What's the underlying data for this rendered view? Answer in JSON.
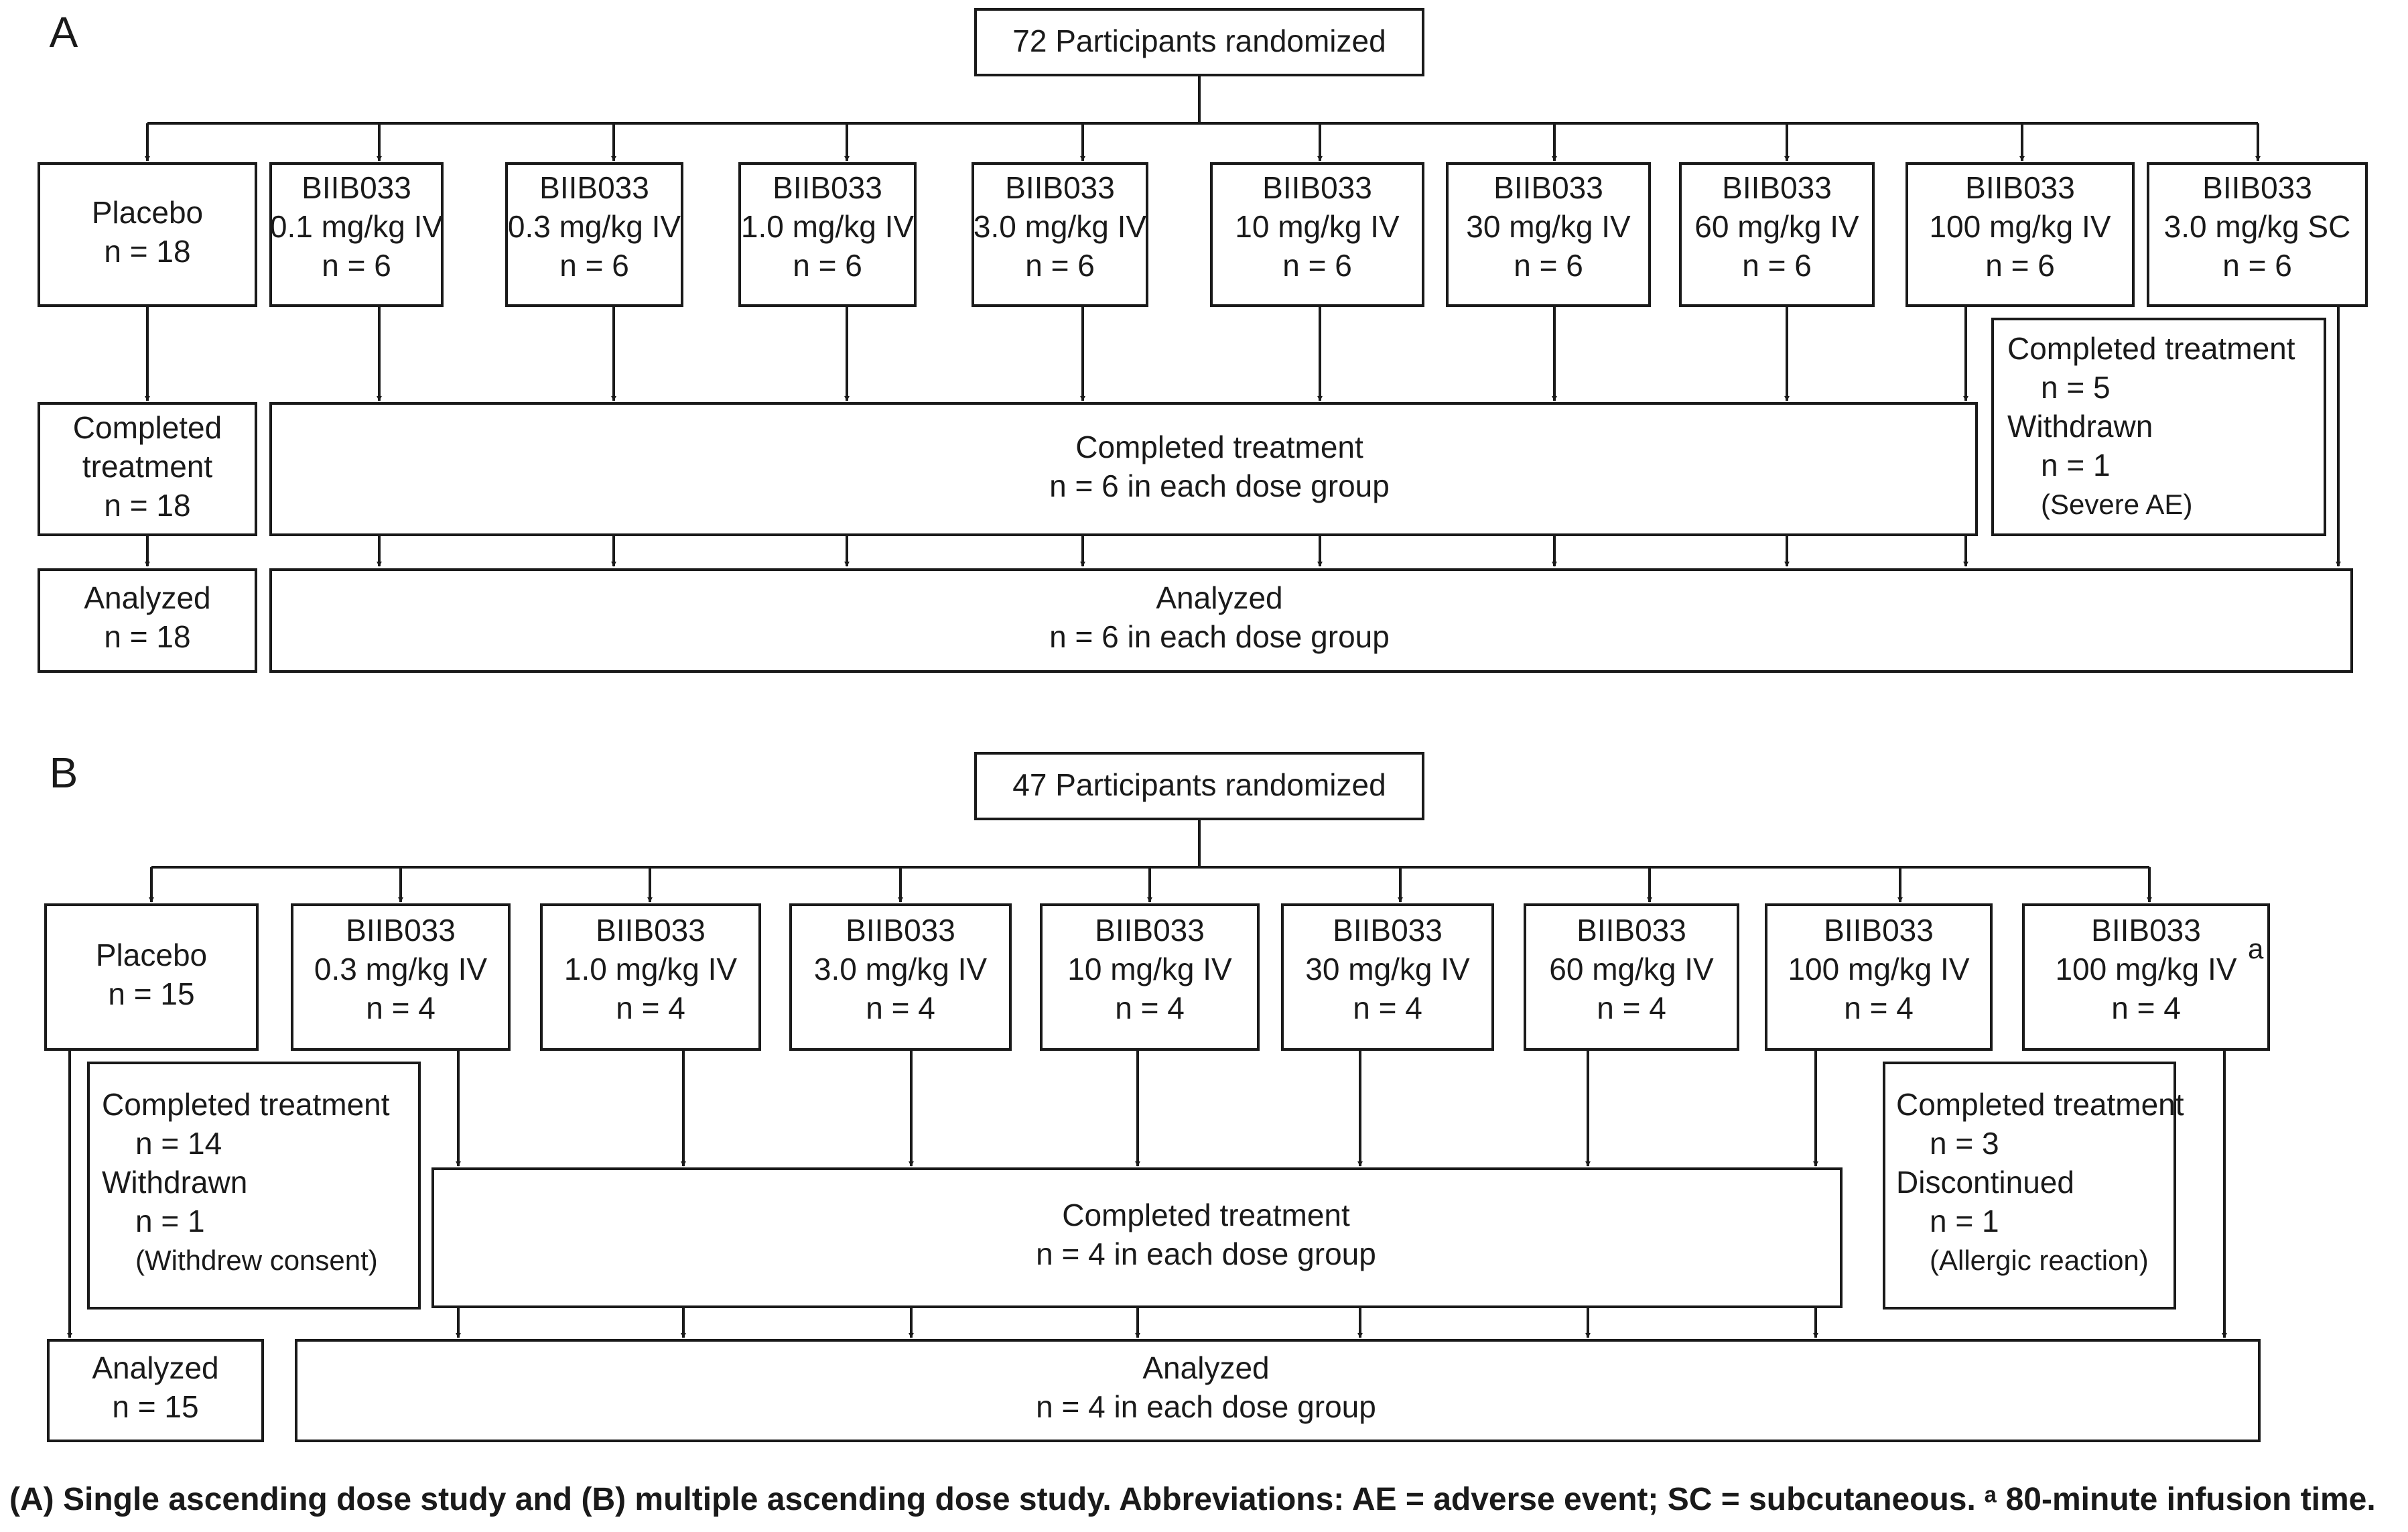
{
  "panel_a": {
    "label": "A",
    "randomized": "72 Participants randomized",
    "placebo": [
      "Placebo",
      "n = 18"
    ],
    "arms": [
      [
        "BIIB033",
        "0.1 mg/kg IV",
        "n = 6"
      ],
      [
        "BIIB033",
        "0.3 mg/kg IV",
        "n = 6"
      ],
      [
        "BIIB033",
        "1.0 mg/kg IV",
        "n = 6"
      ],
      [
        "BIIB033",
        "3.0 mg/kg IV",
        "n = 6"
      ],
      [
        "BIIB033",
        "10 mg/kg IV",
        "n = 6"
      ],
      [
        "BIIB033",
        "30 mg/kg IV",
        "n = 6"
      ],
      [
        "BIIB033",
        "60 mg/kg IV",
        "n = 6"
      ],
      [
        "BIIB033",
        "100 mg/kg IV",
        "n = 6"
      ],
      [
        "BIIB033",
        "3.0 mg/kg SC",
        "n = 6"
      ]
    ],
    "placebo_completed": [
      "Completed",
      "treatment",
      "n = 18"
    ],
    "completed": [
      "Completed treatment",
      "n = 6 in each dose group"
    ],
    "sc_completed": [
      "Completed treatment",
      "n = 5",
      "Withdrawn",
      "n = 1",
      "(Severe AE)"
    ],
    "placebo_analyzed": [
      "Analyzed",
      "n = 18"
    ],
    "analyzed": [
      "Analyzed",
      "n = 6 in each dose group"
    ]
  },
  "panel_b": {
    "label": "B",
    "randomized": "47 Participants randomized",
    "placebo": [
      "Placebo",
      "n = 15"
    ],
    "arms": [
      [
        "BIIB033",
        "0.3 mg/kg IV",
        "n = 4"
      ],
      [
        "BIIB033",
        "1.0 mg/kg IV",
        "n = 4"
      ],
      [
        "BIIB033",
        "3.0 mg/kg IV",
        "n = 4"
      ],
      [
        "BIIB033",
        "10 mg/kg IV",
        "n = 4"
      ],
      [
        "BIIB033",
        "30 mg/kg IV",
        "n = 4"
      ],
      [
        "BIIB033",
        "60 mg/kg IV",
        "n = 4"
      ],
      [
        "BIIB033",
        "100 mg/kg IV",
        "n = 4"
      ],
      [
        "BIIB033",
        "100 mg/kg IV",
        "n = 4"
      ]
    ],
    "last_arm_superscript": "a",
    "placebo_completed": [
      "Completed treatment",
      "n = 14",
      "Withdrawn",
      "n = 1",
      "(Withdrew consent)"
    ],
    "completed": [
      "Completed treatment",
      "n = 4 in each dose group"
    ],
    "last_completed": [
      "Completed treatment",
      "n = 3",
      "Discontinued",
      "n = 1",
      "(Allergic reaction)"
    ],
    "placebo_analyzed": [
      "Analyzed",
      "n = 15"
    ],
    "analyzed": [
      "Analyzed",
      "n = 4 in each dose group"
    ]
  },
  "caption": "(A) Single ascending dose study and (B) multiple ascending dose study. Abbreviations: AE = adverse event; SC = subcutaneous. ᵃ 80-minute infusion time."
}
